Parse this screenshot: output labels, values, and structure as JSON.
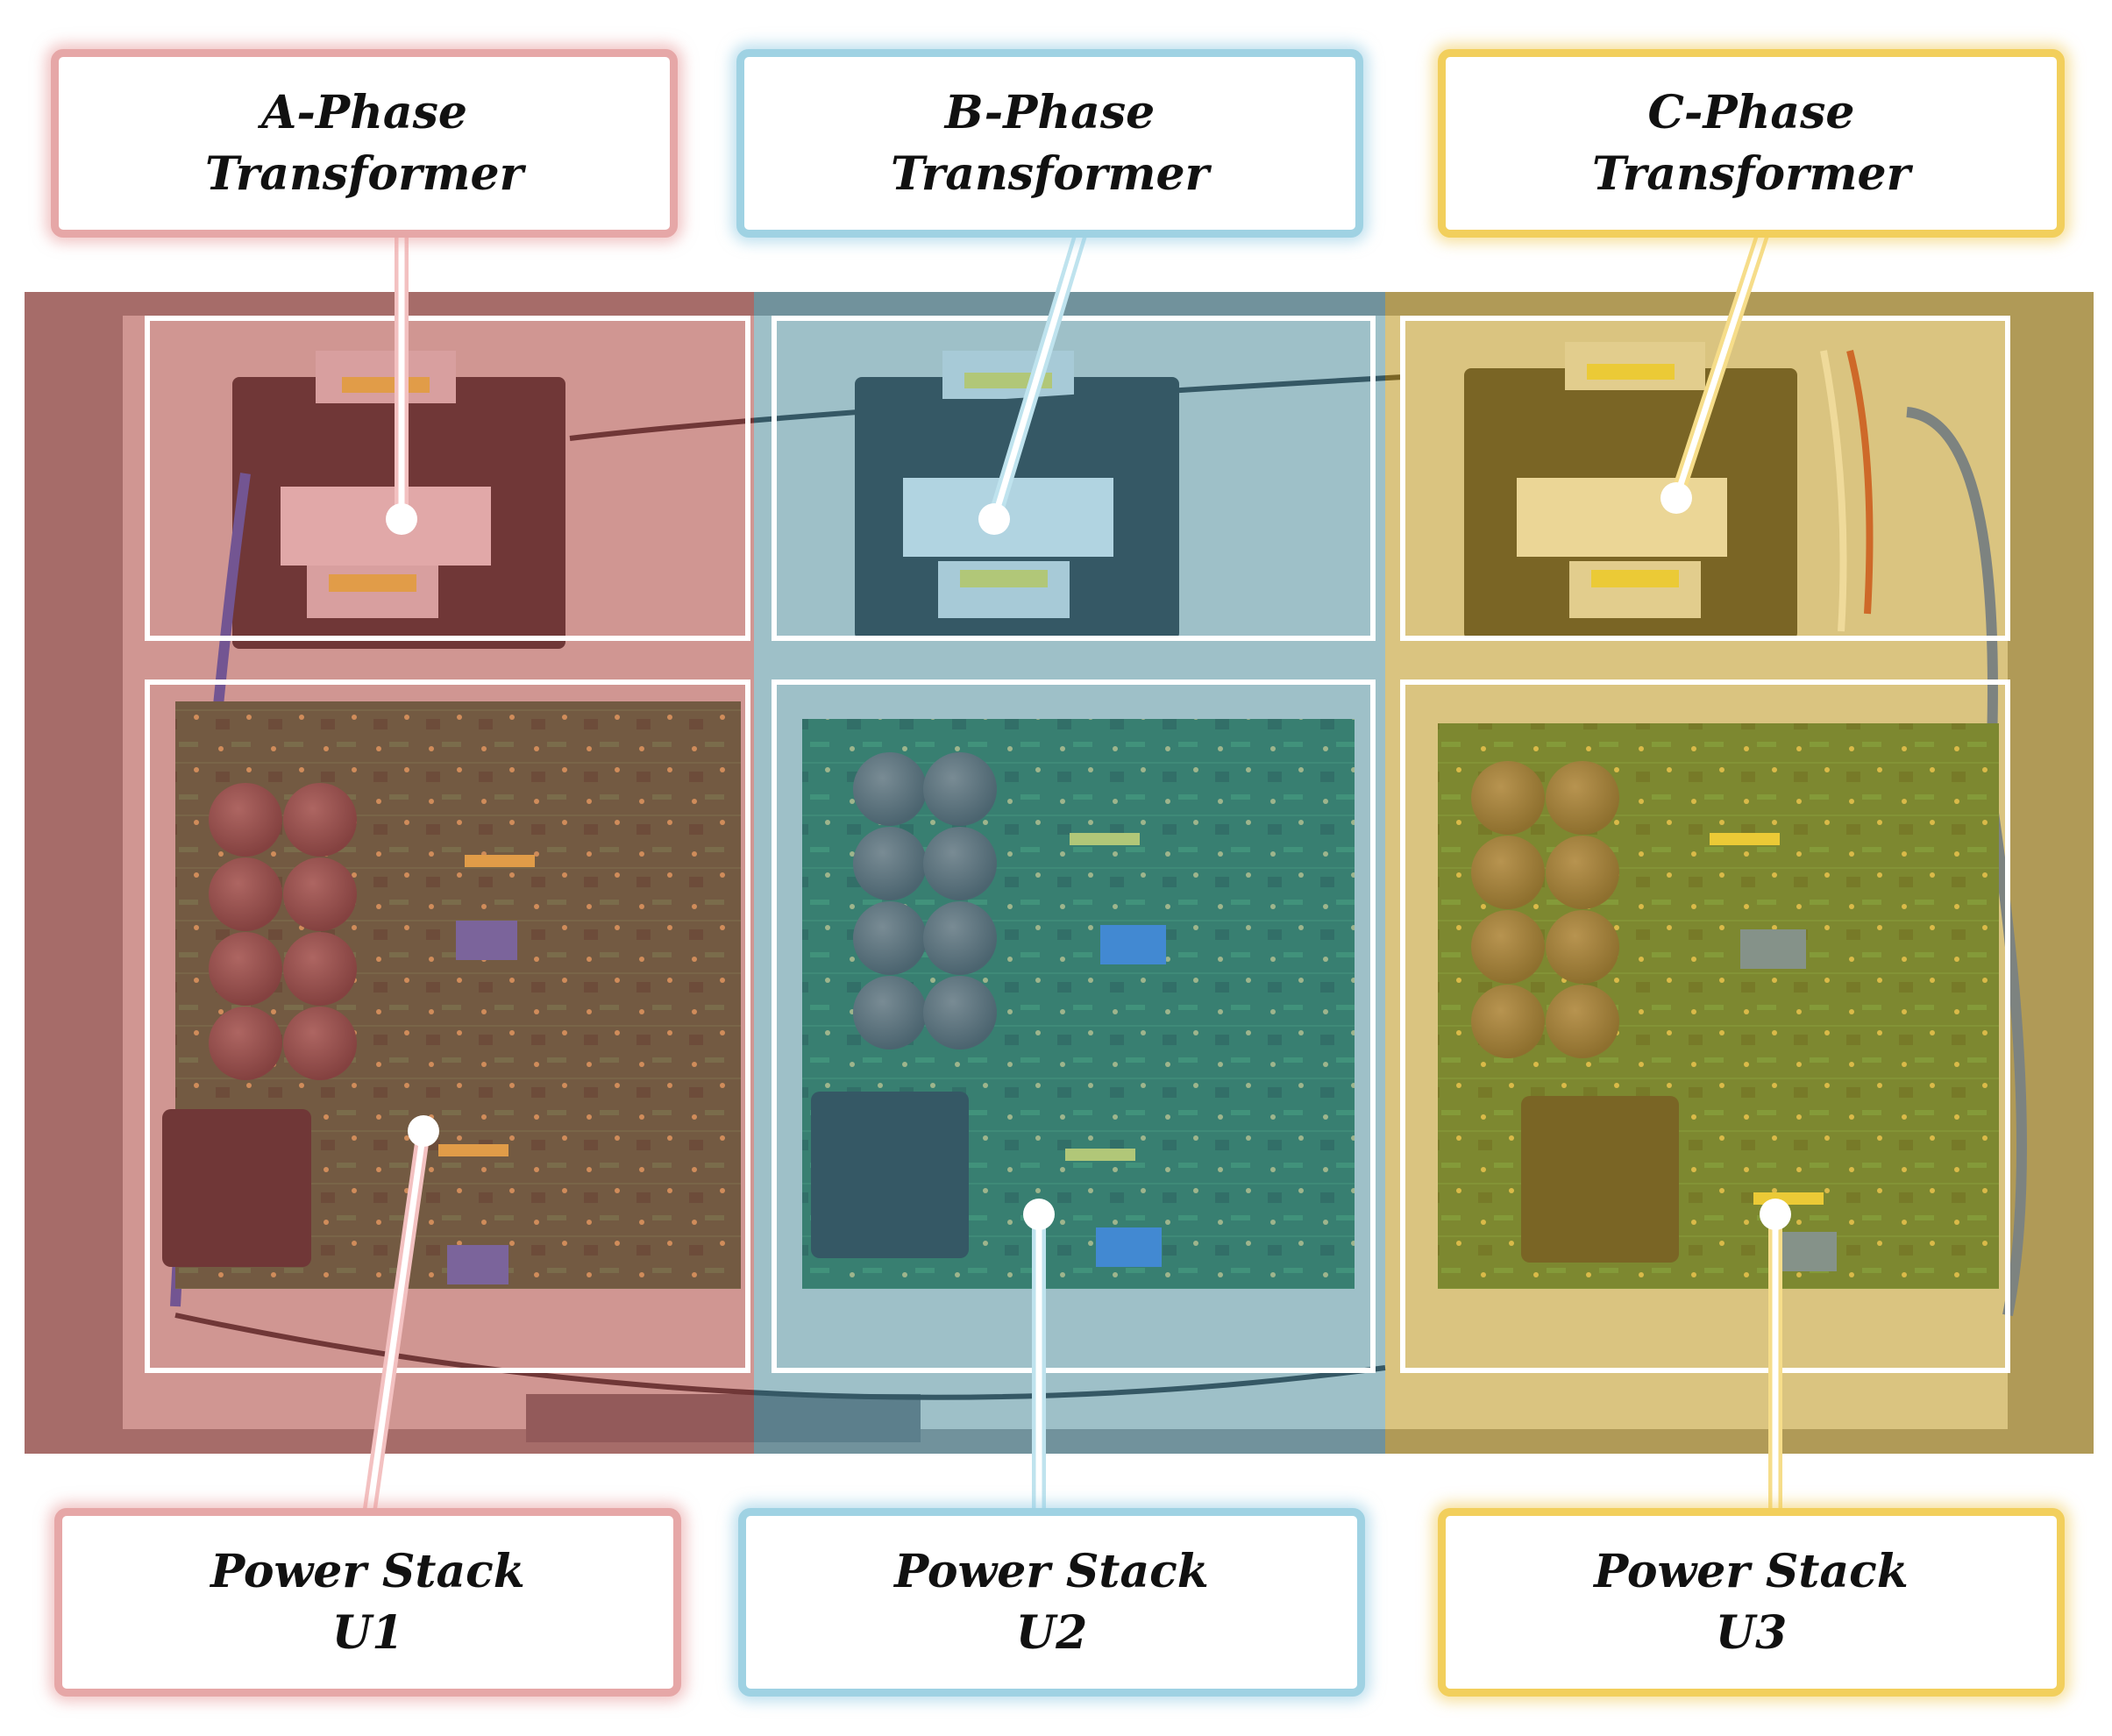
{
  "callouts": {
    "a_transformer": {
      "line1": "A-Phase",
      "line2": "Transformer",
      "color": "#e6a7a7"
    },
    "b_transformer": {
      "line1": "B-Phase",
      "line2": "Transformer",
      "color": "#9fd2e3"
    },
    "c_transformer": {
      "line1": "C-Phase",
      "line2": "Transformer",
      "color": "#f2cf5c"
    },
    "u1_stack": {
      "line1": "Power Stack",
      "line2": "U1",
      "color": "#e6a7a7"
    },
    "u2_stack": {
      "line1": "Power Stack",
      "line2": "U2",
      "color": "#9fd2e3"
    },
    "u3_stack": {
      "line1": "Power Stack",
      "line2": "U3",
      "color": "#f2cf5c"
    }
  }
}
